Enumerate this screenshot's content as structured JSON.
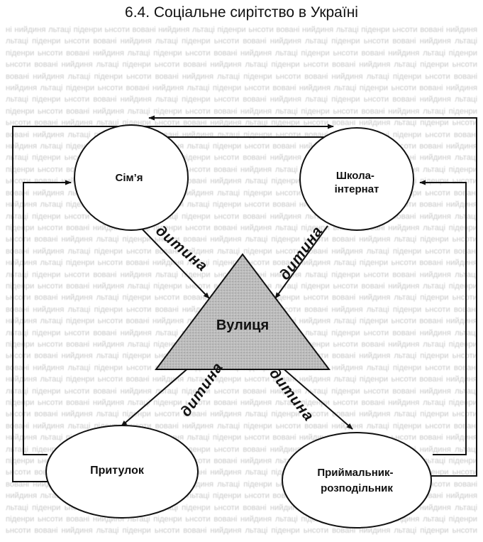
{
  "page": {
    "title": "6.4. Соціальне сирітство в Україні"
  },
  "diagram": {
    "nodes": {
      "family": "Сім’я",
      "school": [
        "Школа-",
        "інтернат"
      ],
      "street": "Вулиця",
      "shelter": "Притулок",
      "distributor": [
        "Приймальник-",
        "розподільник"
      ]
    },
    "edge_label": "дитина",
    "colors": {
      "stroke": "#111111",
      "triangle_fill": "#b9b9b9",
      "background_text": "#c9c9c9"
    }
  }
}
